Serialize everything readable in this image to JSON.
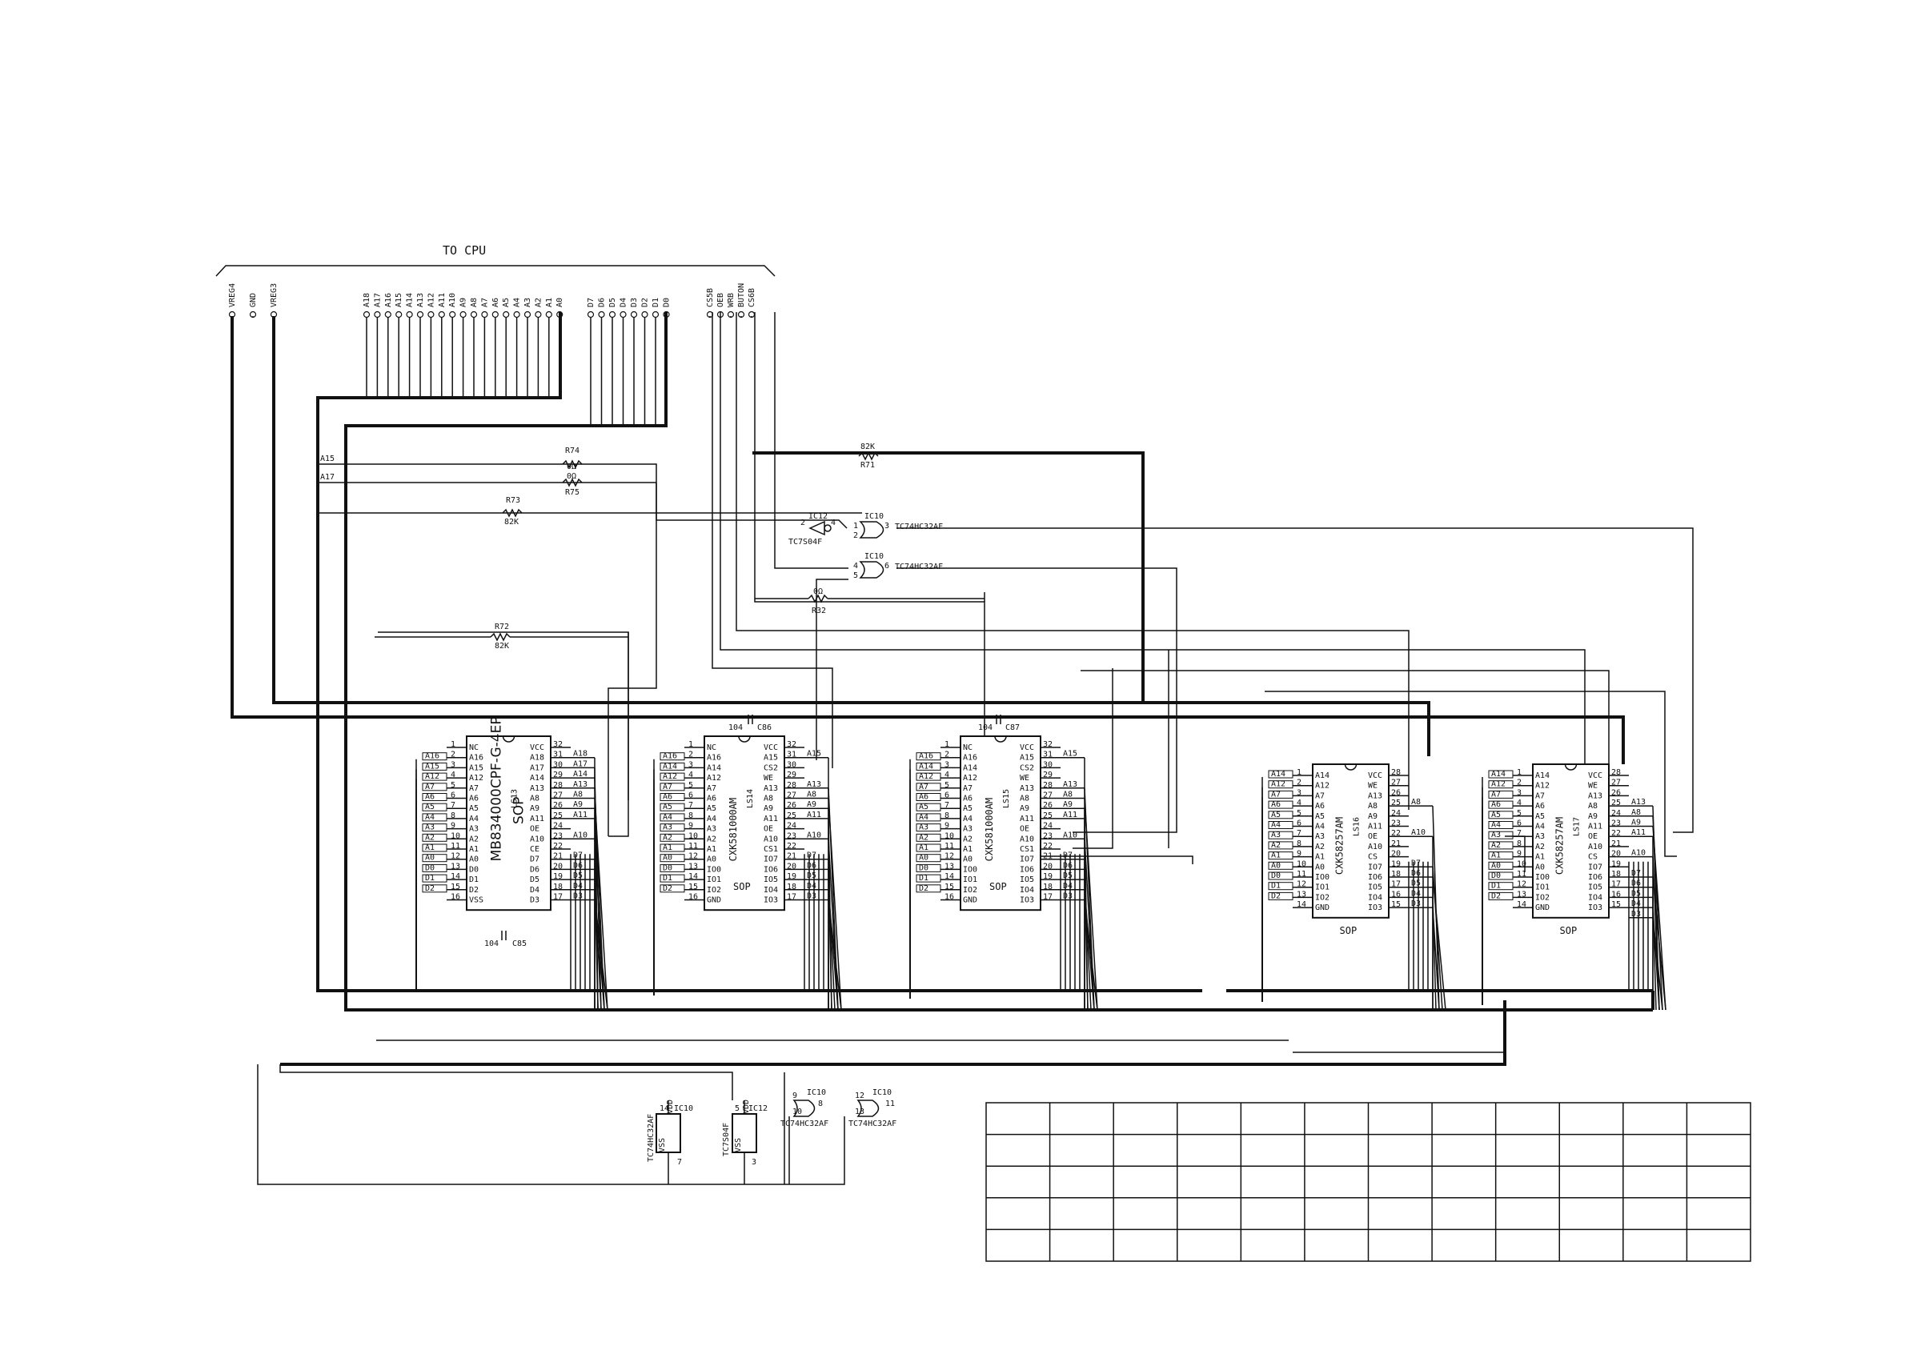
{
  "title": "TO CPU",
  "connector": {
    "power": [
      "VREG4",
      "GND",
      "VREG3"
    ],
    "address": [
      "A18",
      "A17",
      "A16",
      "A15",
      "A14",
      "A13",
      "A12",
      "A11",
      "A10",
      "A9",
      "A8",
      "A7",
      "A6",
      "A5",
      "A4",
      "A3",
      "A2",
      "A1",
      "A0"
    ],
    "data": [
      "D7",
      "D6",
      "D5",
      "D4",
      "D3",
      "D2",
      "D1",
      "D0"
    ],
    "control": [
      "CS5B",
      "OEB",
      "WRB",
      "BUTON",
      "CS6B"
    ]
  },
  "net_labels": {
    "a15": "A15",
    "a17": "A17"
  },
  "resistors": [
    {
      "ref": "R74",
      "value": "0Ω"
    },
    {
      "ref": "R75",
      "value": "0Ω"
    },
    {
      "ref": "R73",
      "value": "82K"
    },
    {
      "ref": "R71",
      "value": "82K"
    },
    {
      "ref": "R72",
      "value": "82K"
    },
    {
      "ref": "R32",
      "value": "0Ω"
    }
  ],
  "gates": [
    {
      "ref": "IC12",
      "part": "TC7S04F",
      "pin_in": "2",
      "pin_out": "4"
    },
    {
      "ref": "IC10",
      "part": "TC74HC32AF",
      "pins": [
        "1",
        "2",
        "3"
      ]
    },
    {
      "ref": "IC10",
      "part": "TC74HC32AF",
      "pins": [
        "4",
        "5",
        "6"
      ]
    }
  ],
  "capacitors": [
    {
      "ref": "C85",
      "value": "104"
    },
    {
      "ref": "C86",
      "value": "104"
    },
    {
      "ref": "C87",
      "value": "104"
    }
  ],
  "chips": [
    {
      "ref": "LS13",
      "part": "MB834000CPF-G-4EP",
      "pkg": "SOP",
      "left_nums": [
        "1",
        "2",
        "3",
        "4",
        "5",
        "6",
        "7",
        "8",
        "9",
        "10",
        "11",
        "12",
        "13",
        "14",
        "15",
        "16"
      ],
      "left_pins": [
        "NC",
        "A16",
        "A15",
        "A12",
        "A7",
        "A6",
        "A5",
        "A4",
        "A3",
        "A2",
        "A1",
        "A0",
        "D0",
        "D1",
        "D2",
        "VSS"
      ],
      "right_pins": [
        "VCC",
        "A18",
        "A17",
        "A14",
        "A13",
        "A8",
        "A9",
        "A11",
        "OE",
        "A10",
        "CE",
        "D7",
        "D6",
        "D5",
        "D4",
        "D3"
      ],
      "right_nums": [
        "32",
        "31",
        "30",
        "29",
        "28",
        "27",
        "26",
        "25",
        "24",
        "23",
        "22",
        "21",
        "20",
        "19",
        "18",
        "17"
      ],
      "left_ext": [
        "A16",
        "A15",
        "A12",
        "A7",
        "A6",
        "A5",
        "A4",
        "A3",
        "A2",
        "A1",
        "A0",
        "D0",
        "D1",
        "D2"
      ],
      "right_ext": [
        "A18",
        "A17",
        "A14",
        "A13",
        "A8",
        "A9",
        "A11",
        "",
        "A10",
        "",
        "D7",
        "D6",
        "D5",
        "D4",
        "D3"
      ]
    },
    {
      "ref": "LS14",
      "part": "CXK581000AM",
      "pkg": "SOP",
      "left_nums": [
        "1",
        "2",
        "3",
        "4",
        "5",
        "6",
        "7",
        "8",
        "9",
        "10",
        "11",
        "12",
        "13",
        "14",
        "15",
        "16"
      ],
      "left_pins": [
        "NC",
        "A16",
        "A14",
        "A12",
        "A7",
        "A6",
        "A5",
        "A4",
        "A3",
        "A2",
        "A1",
        "A0",
        "IO0",
        "IO1",
        "IO2",
        "GND"
      ],
      "right_pins": [
        "VCC",
        "A15",
        "CS2",
        "WE",
        "A13",
        "A8",
        "A9",
        "A11",
        "OE",
        "A10",
        "CS1",
        "IO7",
        "IO6",
        "IO5",
        "IO4",
        "IO3"
      ],
      "right_nums": [
        "32",
        "31",
        "30",
        "29",
        "28",
        "27",
        "26",
        "25",
        "24",
        "23",
        "22",
        "21",
        "20",
        "19",
        "18",
        "17"
      ],
      "left_ext": [
        "A16",
        "A14",
        "A12",
        "A7",
        "A6",
        "A5",
        "A4",
        "A3",
        "A2",
        "A1",
        "A0",
        "D0",
        "D1",
        "D2"
      ],
      "right_ext": [
        "A15",
        "",
        "",
        "A13",
        "A8",
        "A9",
        "A11",
        "",
        "A10",
        "",
        "D7",
        "D6",
        "D5",
        "D4",
        "D3"
      ]
    },
    {
      "ref": "LS15",
      "part": "CXK581000AM",
      "pkg": "SOP",
      "left_nums": [
        "1",
        "2",
        "3",
        "4",
        "5",
        "6",
        "7",
        "8",
        "9",
        "10",
        "11",
        "12",
        "13",
        "14",
        "15",
        "16"
      ],
      "left_pins": [
        "NC",
        "A16",
        "A14",
        "A12",
        "A7",
        "A6",
        "A5",
        "A4",
        "A3",
        "A2",
        "A1",
        "A0",
        "IO0",
        "IO1",
        "IO2",
        "GND"
      ],
      "right_pins": [
        "VCC",
        "A15",
        "CS2",
        "WE",
        "A13",
        "A8",
        "A9",
        "A11",
        "OE",
        "A10",
        "CS1",
        "IO7",
        "IO6",
        "IO5",
        "IO4",
        "IO3"
      ],
      "right_nums": [
        "32",
        "31",
        "30",
        "29",
        "28",
        "27",
        "26",
        "25",
        "24",
        "23",
        "22",
        "21",
        "20",
        "19",
        "18",
        "17"
      ],
      "left_ext": [
        "A16",
        "A14",
        "A12",
        "A7",
        "A6",
        "A5",
        "A4",
        "A3",
        "A2",
        "A1",
        "A0",
        "D0",
        "D1",
        "D2"
      ],
      "right_ext": [
        "A15",
        "",
        "",
        "A13",
        "A8",
        "A9",
        "A11",
        "",
        "A10",
        "",
        "D7",
        "D6",
        "D5",
        "D4",
        "D3"
      ]
    },
    {
      "ref": "LS16",
      "part": "CXK58257AM",
      "pkg": "SOP",
      "left_nums": [
        "1",
        "2",
        "3",
        "4",
        "5",
        "6",
        "7",
        "8",
        "9",
        "10",
        "11",
        "12",
        "13",
        "14"
      ],
      "left_pins": [
        "A14",
        "A12",
        "A7",
        "A6",
        "A5",
        "A4",
        "A3",
        "A2",
        "A1",
        "A0",
        "IO0",
        "IO1",
        "IO2",
        "GND"
      ],
      "right_pins": [
        "VCC",
        "WE",
        "A13",
        "A8",
        "A9",
        "A11",
        "OE",
        "A10",
        "CS",
        "IO7",
        "IO6",
        "IO5",
        "IO4",
        "IO3"
      ],
      "right_nums": [
        "28",
        "27",
        "26",
        "25",
        "24",
        "23",
        "22",
        "21",
        "20",
        "19",
        "18",
        "17",
        "16",
        "15"
      ],
      "left_ext": [
        "A14",
        "A12",
        "A7",
        "A6",
        "A5",
        "A4",
        "A3",
        "A2",
        "A1",
        "A0",
        "D0",
        "D1",
        "D2"
      ],
      "right_ext": [
        "",
        "",
        "A8",
        "",
        "",
        "A10",
        "",
        "",
        "D7",
        "D6",
        "D5",
        "D4",
        "D3"
      ]
    },
    {
      "ref": "LS17",
      "part": "CXK58257AM",
      "pkg": "SOP",
      "left_nums": [
        "1",
        "2",
        "3",
        "4",
        "5",
        "6",
        "7",
        "8",
        "9",
        "10",
        "11",
        "12",
        "13",
        "14"
      ],
      "left_pins": [
        "A14",
        "A12",
        "A7",
        "A6",
        "A5",
        "A4",
        "A3",
        "A2",
        "A1",
        "A0",
        "IO0",
        "IO1",
        "IO2",
        "GND"
      ],
      "right_pins": [
        "VCC",
        "WE",
        "A13",
        "A8",
        "A9",
        "A11",
        "OE",
        "A10",
        "CS",
        "IO7",
        "IO6",
        "IO5",
        "IO4",
        "IO3"
      ],
      "right_nums": [
        "28",
        "27",
        "26",
        "25",
        "24",
        "23",
        "22",
        "21",
        "20",
        "19",
        "18",
        "17",
        "16",
        "15"
      ],
      "left_ext": [
        "A14",
        "A12",
        "A7",
        "A6",
        "A5",
        "A4",
        "A3",
        "A2",
        "A1",
        "A0",
        "D0",
        "D1",
        "D2"
      ],
      "right_ext": [
        "",
        "",
        "A13",
        "A8",
        "A9",
        "A11",
        "",
        "A10",
        "",
        "D7",
        "D6",
        "D5",
        "D4",
        "D3"
      ]
    }
  ],
  "power_units": [
    {
      "ref": "IC10",
      "part": "TC74HC32AF",
      "vdd": "VDD",
      "vdd_pin": "14",
      "vss": "VSS",
      "vss_pin": "7"
    },
    {
      "ref": "IC12",
      "part": "TC7S04F",
      "vdd": "VDD",
      "vdd_pin": "5",
      "vss": "VSS",
      "vss_pin": "3"
    }
  ],
  "unused_gates": [
    {
      "ref": "IC10",
      "part": "TC74HC32AF",
      "pins": [
        "9",
        "10",
        "8"
      ]
    },
    {
      "ref": "IC10",
      "part": "TC74HC32AF",
      "pins": [
        "12",
        "13",
        "11"
      ]
    }
  ],
  "revision_table": {
    "rows": 5,
    "cols": 12
  }
}
